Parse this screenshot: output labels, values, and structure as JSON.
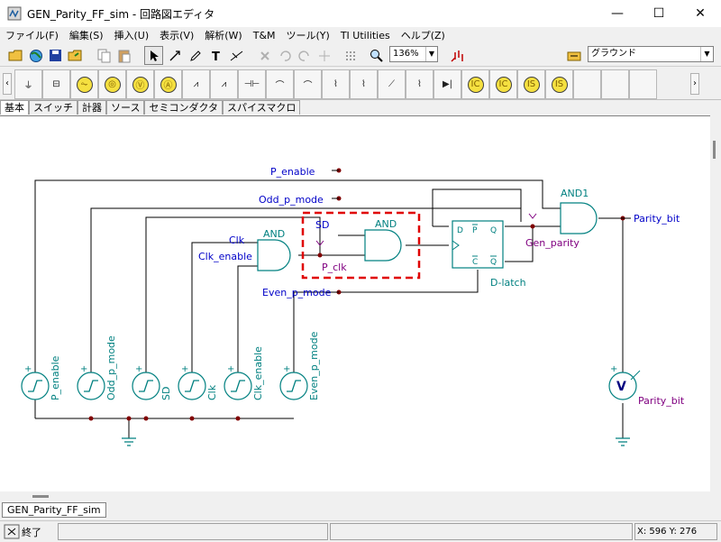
{
  "window": {
    "title": "GEN_Parity_FF_sim - 回路図エディタ",
    "minimize": "—",
    "maximize": "☐",
    "close": "✕"
  },
  "menu": [
    "ファイル(F)",
    "編集(S)",
    "挿入(U)",
    "表示(V)",
    "解析(W)",
    "T&M",
    "ツール(Y)",
    "TI Utilities",
    "ヘルプ(Z)"
  ],
  "toolbar": {
    "zoom_value": "136%",
    "ground_select": "グラウンド",
    "icons": [
      "open-folder-icon",
      "globe-icon",
      "save-icon",
      "open-icon",
      "copy-icon",
      "paste-icon",
      "pointer-icon",
      "wire-icon",
      "pencil-icon",
      "text-icon",
      "symbol-icon",
      "delete-icon",
      "undo-icon",
      "redo-icon",
      "junction-icon",
      "grid-icon",
      "zoom-icon",
      "probe-icon",
      "ground-select-icon"
    ]
  },
  "parts": [
    "ground-part-icon",
    "battery-part-icon",
    "voltage-source-part-icon",
    "current-source-part-icon",
    "voltmeter-part-icon",
    "ammeter-part-icon",
    "resistor-part-icon",
    "potentiometer-part-icon",
    "capacitor-part-icon",
    "inductor-part-icon",
    "coupled-inductor-part-icon",
    "transformer-part-icon",
    "transformer2-part-icon",
    "switch-part-icon",
    "variable-resistor-part-icon",
    "diode-part-icon",
    "voltage-controlled-source-part-icon",
    "current-controlled-source-part-icon",
    "vcvs-part-icon",
    "cccs-part-icon"
  ],
  "component_tabs": [
    "基本",
    "スイッチ",
    "計器",
    "ソース",
    "セミコンダクタ",
    "スパイスマクロ"
  ],
  "schematic": {
    "nets": {
      "p_enable": "P_enable",
      "odd_p_mode": "Odd_p_mode",
      "clk": "Clk",
      "clk_enable": "Clk_enable",
      "even_p_mode": "Even_p_mode",
      "sd": "SD",
      "p_clk": "P_clk",
      "gen_parity": "Gen_parity",
      "parity_bit": "Parity_bit"
    },
    "gates": {
      "and_left": "AND",
      "and_mid": "AND",
      "and1": "AND1"
    },
    "dlatch": {
      "name": "D-latch",
      "pin_d": "D",
      "pin_p": "P",
      "pin_q": "Q",
      "pin_c": "C",
      "pin_qbar": "Q"
    },
    "sources": [
      "P_enable",
      "Odd_p_mode",
      "SD",
      "Clk",
      "Clk_enable",
      "Even_p_mode"
    ],
    "plus": "+",
    "voltmeter": {
      "symbol": "V",
      "label": "Parity_bit"
    },
    "colors": {
      "wire": "#000000",
      "junction": "#800000",
      "net_label": "#0000c8",
      "component": "#008080",
      "instance_label": "#800080",
      "highlight": "#e00000"
    }
  },
  "sheet_tab": "GEN_Parity_FF_sim",
  "status": {
    "end_label": "終了",
    "coords": "X: 596  Y: 276"
  }
}
